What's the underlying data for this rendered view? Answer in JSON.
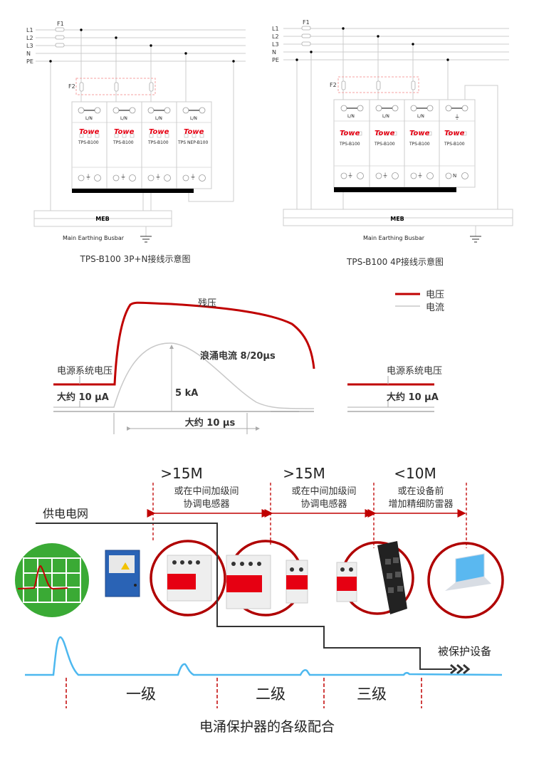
{
  "diagram1": {
    "lines": [
      "L1",
      "L2",
      "L3",
      "N",
      "PE"
    ],
    "fuse1": "F1",
    "fuse2": "F2",
    "terminal_top": "L/N",
    "brand": "Towe",
    "models": [
      "TPS-B100",
      "TPS-B100",
      "TPS-B100",
      "TPS NEP-B100"
    ],
    "meb": "MEB",
    "busbar": "Main Earthing Busbar",
    "caption": "TPS-B100 3P+N接线示意图"
  },
  "diagram2": {
    "lines": [
      "L1",
      "L2",
      "L3",
      "N",
      "PE"
    ],
    "fuse1": "F1",
    "fuse2": "F2",
    "terminal_top": "L/N",
    "brand": "Towe",
    "models": [
      "TPS-B100",
      "TPS-B100",
      "TPS-B100",
      "TPS-B100"
    ],
    "bottom_n": "N",
    "meb": "MEB",
    "busbar": "Main Earthing Busbar",
    "caption": "TPS-B100 4P接线示意图"
  },
  "waveform": {
    "legend_voltage": "电压",
    "legend_current": "电流",
    "residual": "残压",
    "surge": "浪涌电流 8/20μs",
    "system_voltage": "电源系统电压",
    "leak": "大约 10 μA",
    "peak": "5 kA",
    "duration": "大约 10 μs",
    "system_voltage_right": "电源系统电压",
    "leak_right": "大约 10 μA",
    "colors": {
      "voltage": "#c00000",
      "current": "#c8c8c8"
    }
  },
  "coordination": {
    "distances": [
      {
        "value": ">15M",
        "line1": "或在中间加级间",
        "line2": "协调电感器"
      },
      {
        "value": ">15M",
        "line1": "或在中间加级间",
        "line2": "协调电感器"
      },
      {
        "value": "<10M",
        "line1": "或在设备前",
        "line2": "增加精细防雷器"
      }
    ],
    "grid_label": "供电电网",
    "protected": "被保护设备",
    "levels": [
      "一级",
      "二级",
      "三级"
    ],
    "title": "电涌保护器的各级配合",
    "colors": {
      "accent": "#c00000",
      "wave": "#4db8ef",
      "grid": "#3aaa35"
    }
  }
}
